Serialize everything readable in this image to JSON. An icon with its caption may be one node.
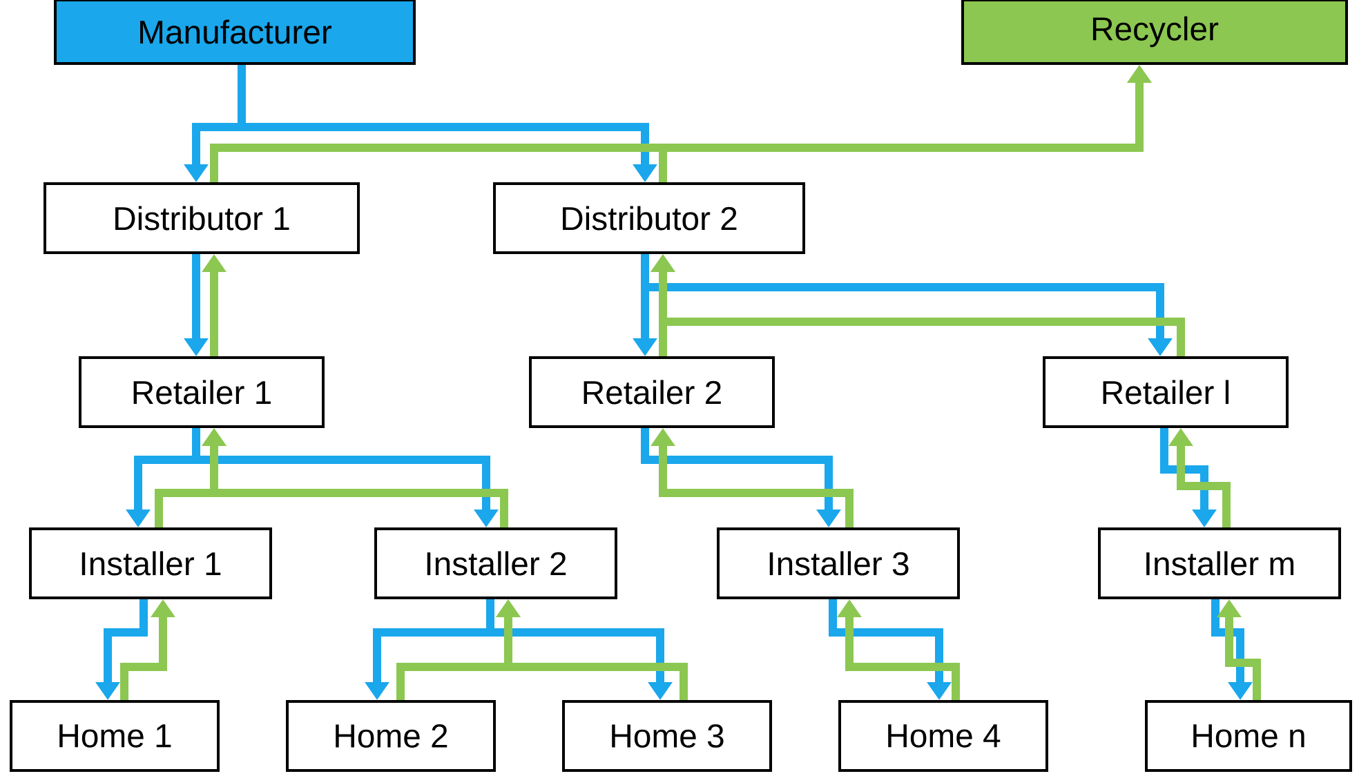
{
  "diagram": {
    "nodes": [
      {
        "text": [
          "Manufacturer"
        ]
      },
      {
        "text": [
          "Recycler"
        ]
      },
      {
        "text": [
          "Distributor 1"
        ]
      },
      {
        "text": [
          "Distributor 2"
        ]
      },
      {
        "text": [
          "Retailer 1"
        ]
      },
      {
        "text": [
          "Retailer 2"
        ]
      },
      {
        "text": [
          "Retailer l"
        ]
      },
      {
        "text": [
          "Installer 1"
        ]
      },
      {
        "text": [
          "Installer 2"
        ]
      },
      {
        "text": [
          "Installer 3"
        ]
      },
      {
        "text": [
          "Installer m"
        ]
      },
      {
        "text": [
          "Home 1"
        ]
      },
      {
        "text": [
          "Home 2"
        ]
      },
      {
        "text": [
          "Home 3"
        ]
      },
      {
        "text": [
          "Home 4"
        ]
      },
      {
        "text": [
          "Home n"
        ]
      }
    ],
    "edges": [
      {
        "from": 0,
        "to": 2,
        "arrow": "to",
        "color": "#1aa7ec"
      },
      {
        "from": 0,
        "to": 3,
        "arrow": "to",
        "color": "#1aa7ec"
      },
      {
        "from": 2,
        "to": 1,
        "arrow": "to",
        "color": "#8cc751"
      },
      {
        "from": 3,
        "to": 1,
        "arrow": "to",
        "color": "#8cc751"
      },
      {
        "from": 2,
        "to": 4,
        "arrow": "to",
        "color": "#1aa7ec"
      },
      {
        "from": 4,
        "to": 2,
        "arrow": "to",
        "color": "#8cc751"
      },
      {
        "from": 3,
        "to": 5,
        "arrow": "to",
        "color": "#1aa7ec"
      },
      {
        "from": 3,
        "to": 6,
        "arrow": "to",
        "color": "#1aa7ec"
      },
      {
        "from": 5,
        "to": 3,
        "arrow": "to",
        "color": "#8cc751"
      },
      {
        "from": 6,
        "to": 3,
        "arrow": "to",
        "color": "#8cc751"
      },
      {
        "from": 4,
        "to": 7,
        "arrow": "to",
        "color": "#1aa7ec"
      },
      {
        "from": 4,
        "to": 8,
        "arrow": "to",
        "color": "#1aa7ec"
      },
      {
        "from": 7,
        "to": 4,
        "arrow": "to",
        "color": "#8cc751"
      },
      {
        "from": 8,
        "to": 4,
        "arrow": "to",
        "color": "#8cc751"
      },
      {
        "from": 5,
        "to": 9,
        "arrow": "to",
        "color": "#1aa7ec"
      },
      {
        "from": 9,
        "to": 5,
        "arrow": "to",
        "color": "#8cc751"
      },
      {
        "from": 6,
        "to": 10,
        "arrow": "to",
        "color": "#1aa7ec"
      },
      {
        "from": 10,
        "to": 6,
        "arrow": "to",
        "color": "#8cc751"
      },
      {
        "from": 7,
        "to": 11,
        "arrow": "to",
        "color": "#1aa7ec"
      },
      {
        "from": 11,
        "to": 7,
        "arrow": "to",
        "color": "#8cc751"
      },
      {
        "from": 8,
        "to": 12,
        "arrow": "to",
        "color": "#1aa7ec"
      },
      {
        "from": 8,
        "to": 13,
        "arrow": "to",
        "color": "#1aa7ec"
      },
      {
        "from": 12,
        "to": 8,
        "arrow": "to",
        "color": "#8cc751"
      },
      {
        "from": 13,
        "to": 8,
        "arrow": "to",
        "color": "#8cc751"
      },
      {
        "from": 9,
        "to": 14,
        "arrow": "to",
        "color": "#1aa7ec"
      },
      {
        "from": 14,
        "to": 9,
        "arrow": "to",
        "color": "#8cc751"
      },
      {
        "from": 10,
        "to": 15,
        "arrow": "to",
        "color": "#1aa7ec"
      },
      {
        "from": 15,
        "to": 10,
        "arrow": "to",
        "color": "#8cc751"
      }
    ]
  }
}
